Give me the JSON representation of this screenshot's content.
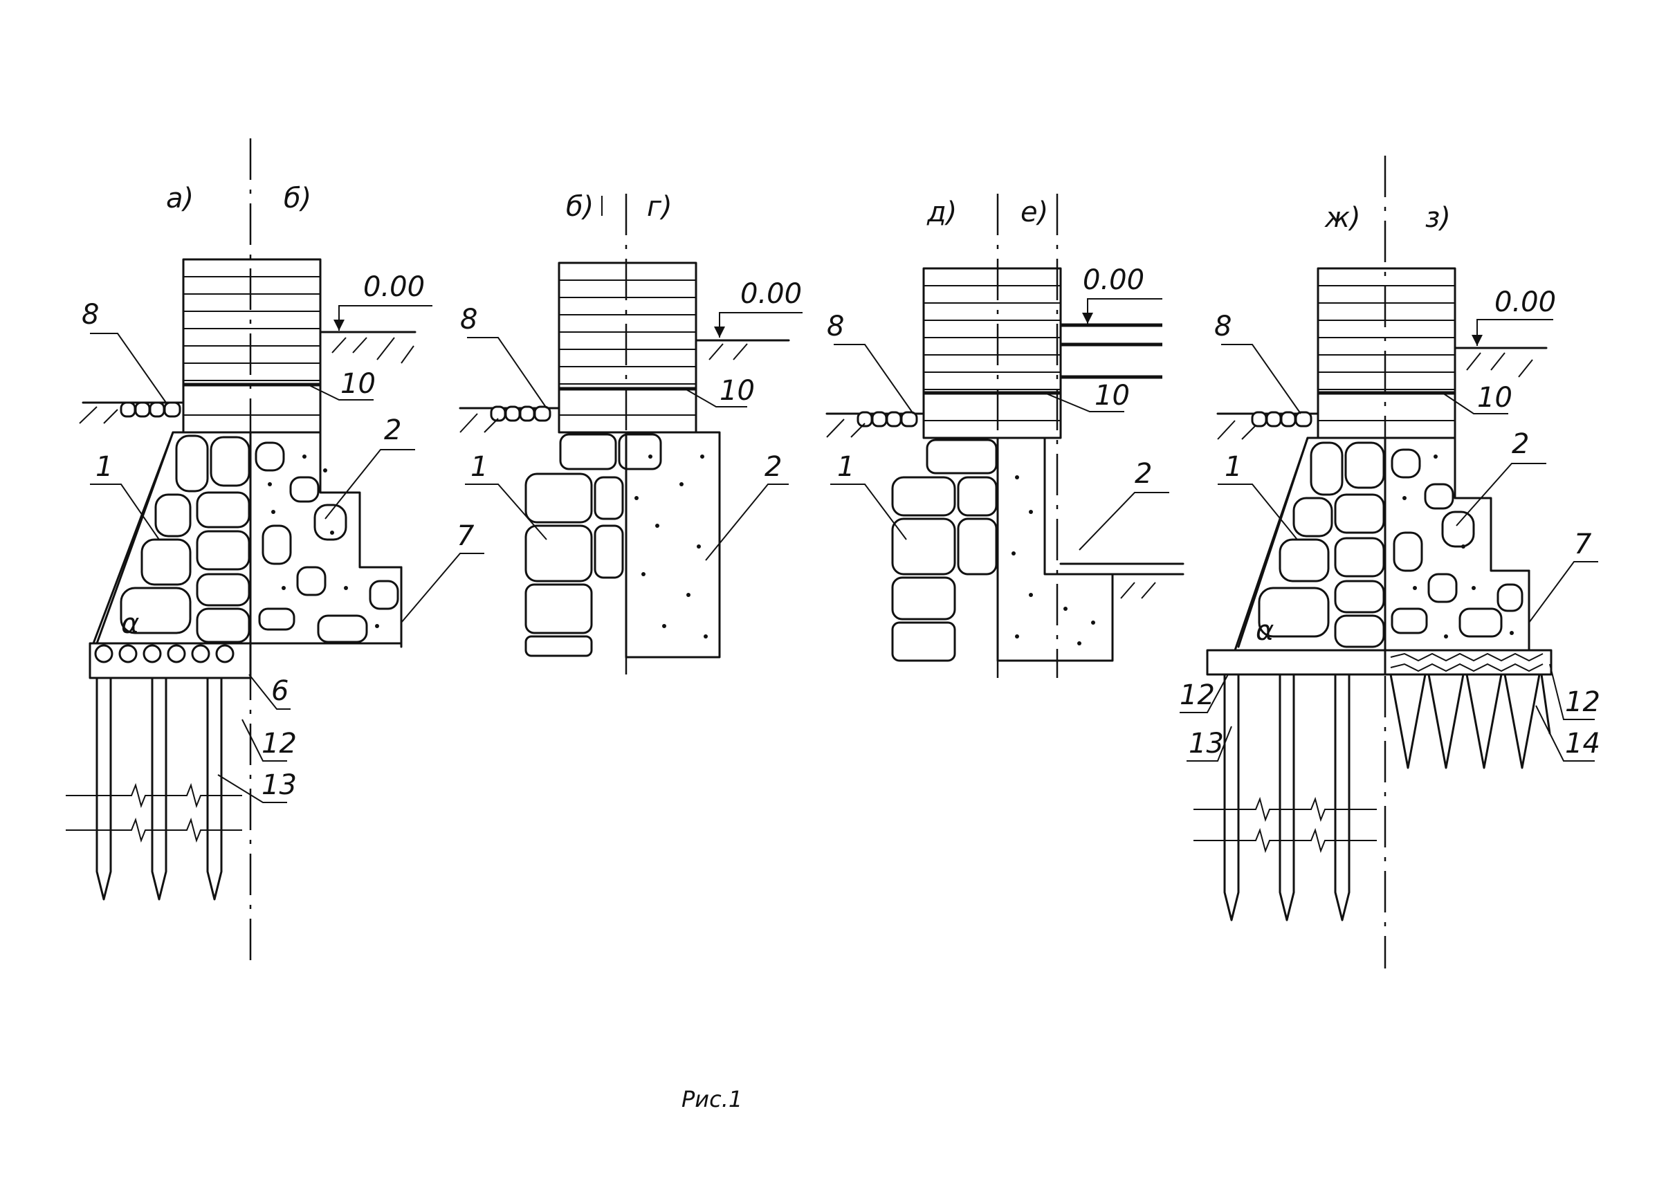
{
  "variants": [
    "а)",
    "б)",
    "б)",
    "г)",
    "д)",
    "е)",
    "ж)",
    "з)"
  ],
  "level_mark": "0.00",
  "callouts": {
    "n1": "1",
    "n2": "2",
    "n6": "6",
    "n7": "7",
    "n8": "8",
    "n10": "10",
    "n12": "12",
    "n13": "13",
    "n14": "14",
    "alpha": "α"
  },
  "caption": "Рис.1"
}
